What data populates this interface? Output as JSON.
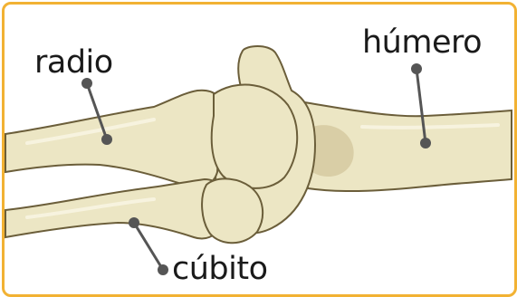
{
  "colors": {
    "border": "#f2b233",
    "bone_fill": "#ece6c4",
    "bone_shade": "#d8ccA0",
    "outline": "#6b5e3a",
    "leader": "#555555"
  },
  "labels": {
    "radius": "radio",
    "humerus": "húmero",
    "ulna": "cúbito"
  }
}
